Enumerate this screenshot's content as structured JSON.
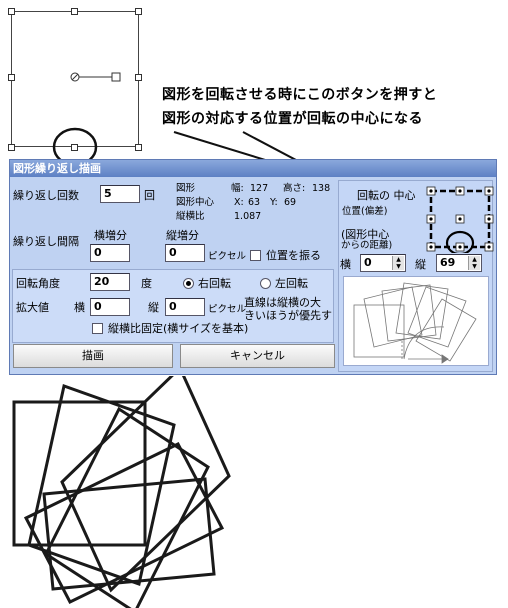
{
  "callout": {
    "line1": "図形を回転させる時にこのボタンを押すと",
    "line2": "図形の対応する位置が回転の中心になる"
  },
  "dialog": {
    "title": "図形繰り返し描画",
    "repeat_count_label": "繰り返し回数",
    "repeat_count_value": "5",
    "repeat_count_unit": "回",
    "info": {
      "shape_label": "図形",
      "width_label": "幅:",
      "width_value": "127",
      "height_label": "高さ:",
      "height_value": "138",
      "center_label": "図形中心",
      "x_label": "X:",
      "x_value": "63",
      "y_label": "Y:",
      "y_value": "69",
      "ratio_label": "縦横比",
      "ratio_value": "1.087"
    },
    "interval_label": "繰り返し間隔",
    "h_increment_label": "横増分",
    "h_increment_value": "0",
    "v_increment_label": "縦増分",
    "v_increment_value": "0",
    "pixel_unit": "ピクセル",
    "distribute_label": "位置を振る",
    "rotation_label": "回転角度",
    "rotation_value": "20",
    "rotation_unit": "度",
    "rotate_right_label": "右回転",
    "rotate_left_label": "左回転",
    "scale_label": "拡大値",
    "scale_h_label": "横",
    "scale_h_value": "0",
    "scale_v_label": "縦",
    "scale_v_value": "0",
    "scale_unit": "ピクセル",
    "note_line1": "直線は縦横の大",
    "note_line2": "きいほうが優先す",
    "keep_ratio_label": "縦横比固定(横サイズを基本)",
    "draw_button": "描画",
    "cancel_button": "キャンセル",
    "center_panel": {
      "title": "回転の 中心",
      "offset_label": "位置(偏差)",
      "from_label1": "(図形中心",
      "from_label2": "からの距離)",
      "h_label": "横",
      "h_value": "0",
      "v_label": "縦",
      "v_value": "69"
    }
  }
}
